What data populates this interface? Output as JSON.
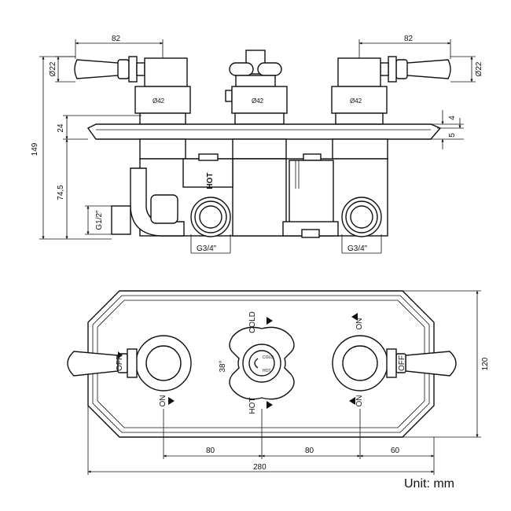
{
  "dimensions": {
    "top_width_left": "82",
    "top_width_right": "82",
    "handle_dia_left": "Ø22",
    "handle_dia_right": "Ø22",
    "collar_left": "Ø42",
    "collar_mid": "Ø42",
    "collar_right": "Ø42",
    "overall_height": "149",
    "plate_thickness": "24",
    "body_depth": "74,5",
    "plate_4": "4",
    "plate_5": "5",
    "inlet_side": "G1/2\"",
    "outlet_left": "G3/4\"",
    "outlet_right": "G3/4\"",
    "spacing_1": "80",
    "spacing_2": "80",
    "spacing_3": "60",
    "overall_width": "280",
    "plate_height": "120",
    "angle": "38°"
  },
  "labels": {
    "hot_side": "HOT",
    "cold": "COLD",
    "hot": "HOT",
    "on_top_right": "ON",
    "off_left": "OFF",
    "off_right": "OFF",
    "on_bottom_left": "ON",
    "on_bottom_right": "ON",
    "dial_cold": "COLD",
    "dial_hot": "HOT"
  },
  "unit_note": "Unit: mm"
}
